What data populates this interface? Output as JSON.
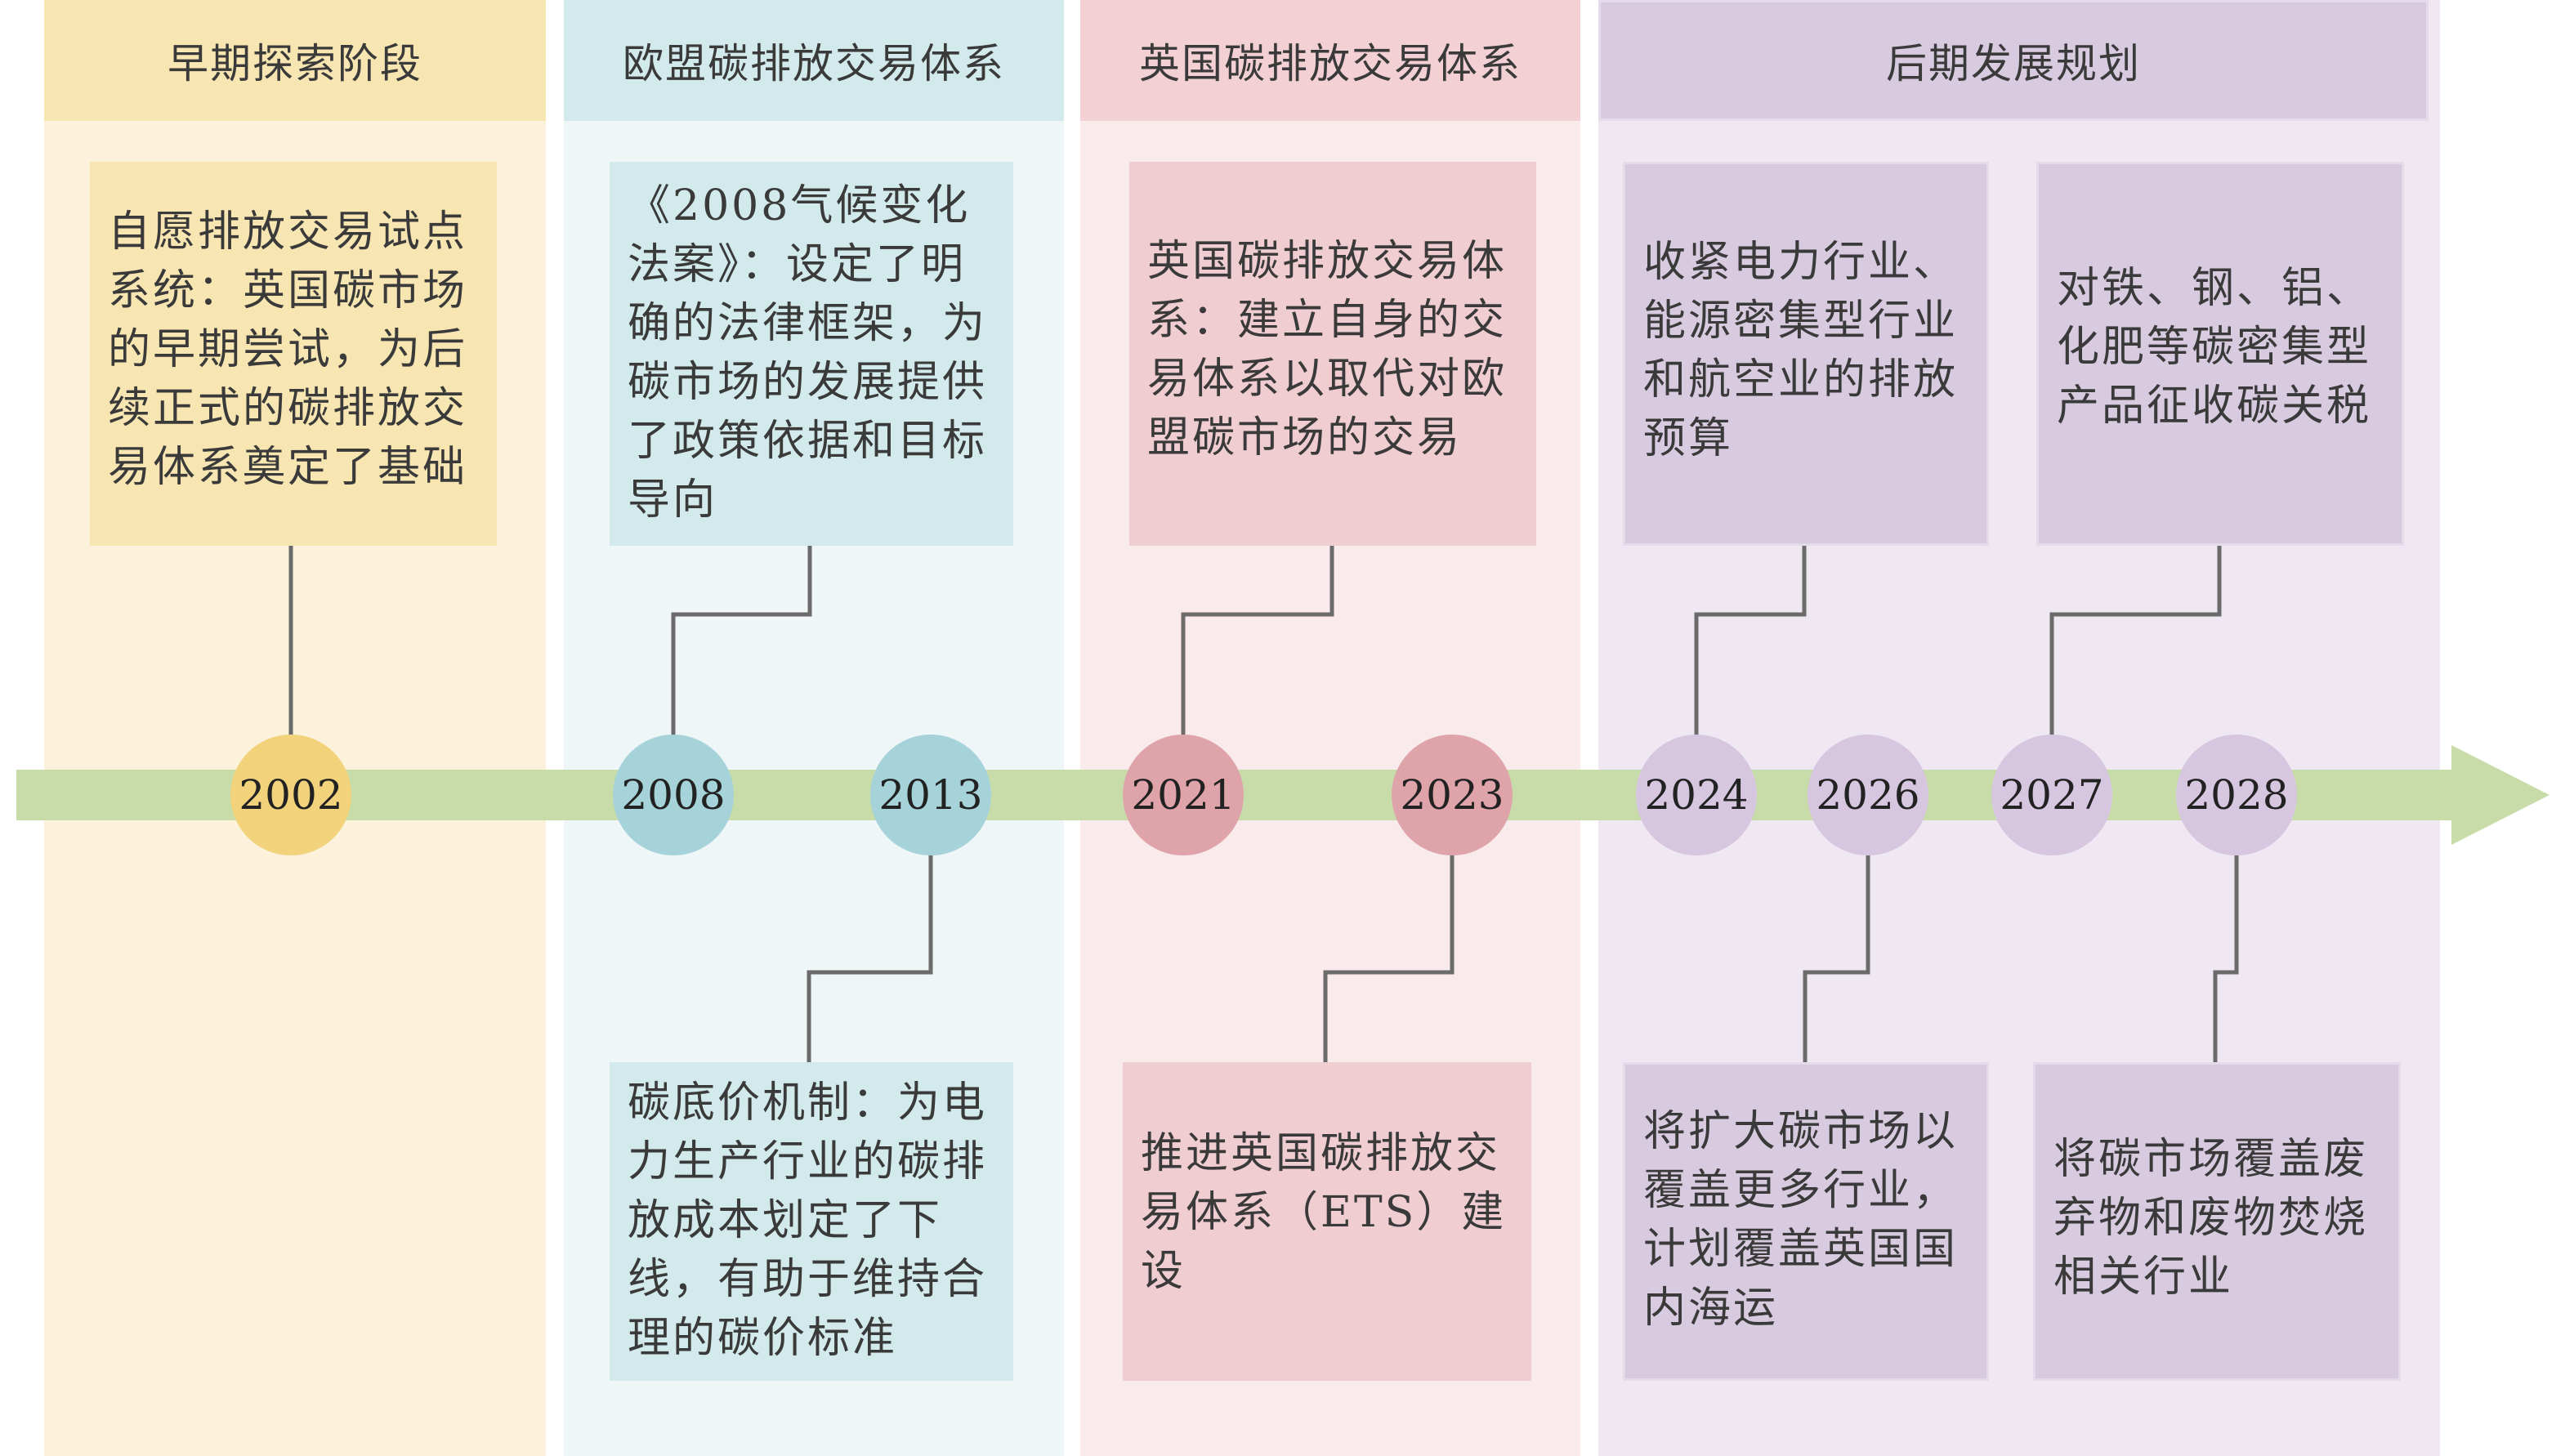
{
  "colors": {
    "timeline": "#c8dcaa",
    "connector": "#6b6b6b",
    "phase1": {
      "bg": "#fcf2dc",
      "header": "#f8e6b2",
      "card": "#f8e6b2",
      "dot": "#f2d37c"
    },
    "phase2": {
      "bg": "#eef6f7",
      "header": "#d3eaec",
      "card": "#d3eaec",
      "dot": "#a6d3da"
    },
    "phase3": {
      "bg": "#f9eaec",
      "header": "#f2d0d4",
      "card": "#f0cdd1",
      "dot": "#dea4aa"
    },
    "phase4": {
      "bg": "#efe8f2",
      "header": "#d8cbe0",
      "card": "#d8cbe0",
      "dot": "#d6c6e0"
    }
  },
  "phases": [
    {
      "title": "早期探索阶段"
    },
    {
      "title": "欧盟碳排放交易体系"
    },
    {
      "title": "英国碳排放交易体系"
    },
    {
      "title": "后期发展规划"
    }
  ],
  "years": [
    "2002",
    "2008",
    "2013",
    "2021",
    "2023",
    "2024",
    "2026",
    "2027",
    "2028"
  ],
  "cards": {
    "y2002": "自愿排放交易试点系统：英国碳市场的早期尝试，为后续正式的碳排放交易体系奠定了基础",
    "y2008": "《2008气候变化法案》：设定了明确的法律框架，为碳市场的发展提供了政策依据和目标导向",
    "y2013": "碳底价机制：为电力生产行业的碳排放成本划定了下线，有助于维持合理的碳价标准",
    "y2021": "英国碳排放交易体系：建立自身的交易体系以取代对欧盟碳市场的交易",
    "y2023": "推进英国碳排放交易体系（ETS）建设",
    "y2024": "收紧电力行业、能源密集型行业和航空业的排放预算",
    "y2026": "将扩大碳市场以覆盖更多行业，计划覆盖英国国内海运",
    "y2027": "对铁、钢、铝、化肥等碳密集型产品征收碳关税",
    "y2028": "将碳市场覆盖废弃物和废物焚烧相关行业"
  }
}
